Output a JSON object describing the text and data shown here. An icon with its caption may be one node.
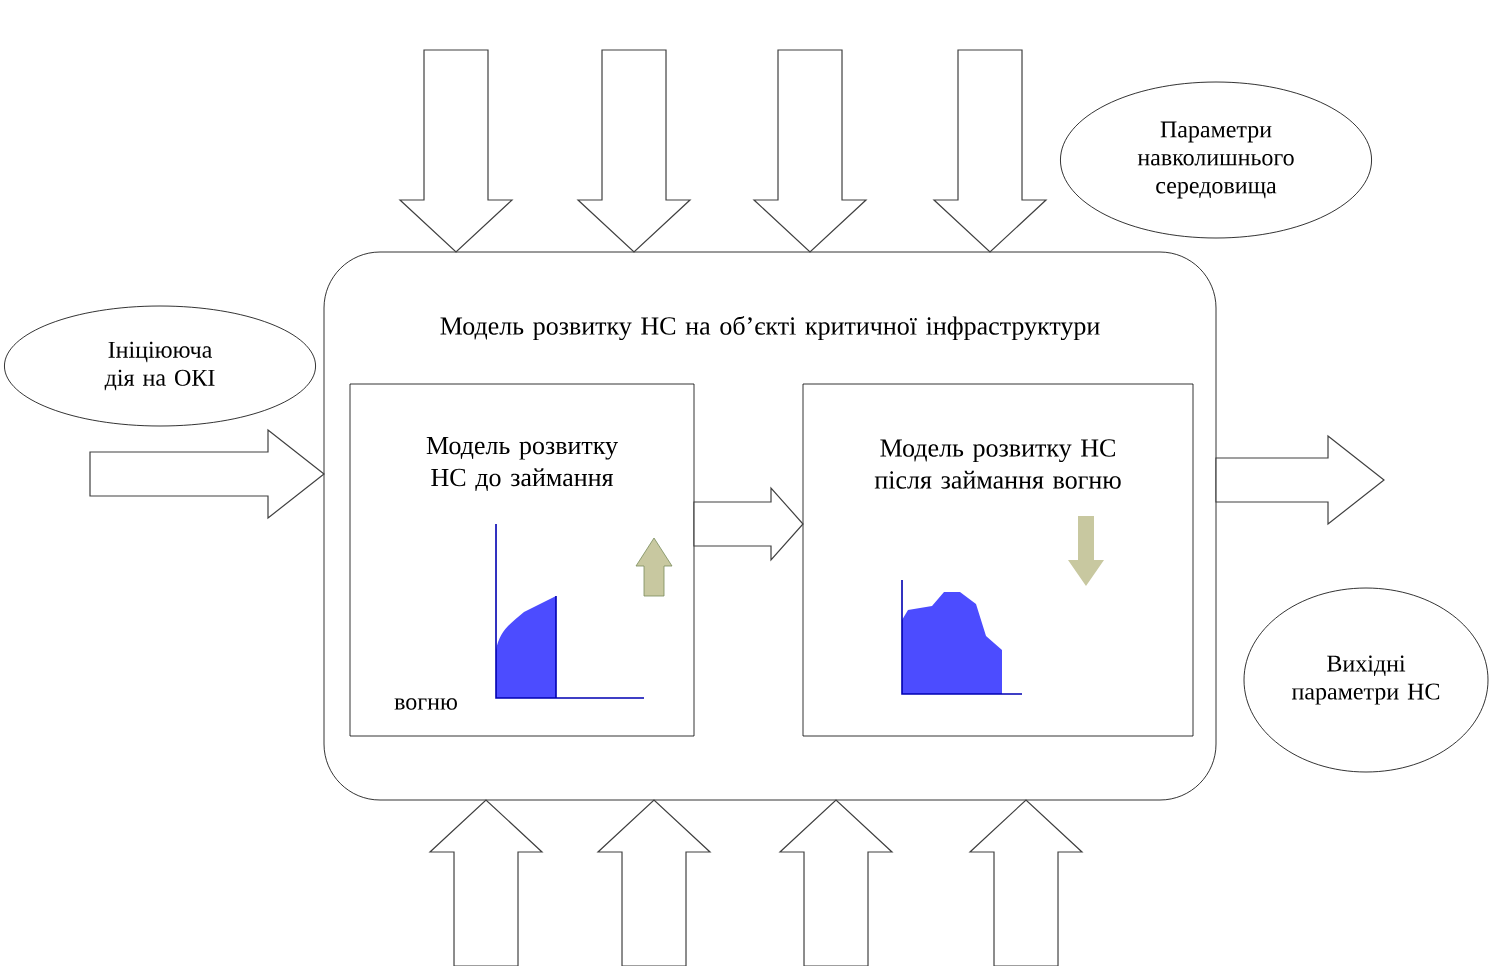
{
  "diagram": {
    "nodes": [
      {
        "text": [
          "Ініціююча дія на ОКІ"
        ]
      },
      {
        "text": [
          "Модель розвитку НС на об’єкті критичної інфраструктури"
        ]
      },
      {
        "text": [
          "Модель розвитку НС до займання",
          "вогню"
        ],
        "in": 1
      },
      {
        "text": [
          "Модель розвитку НС після займання вогню"
        ],
        "in": 1
      },
      {
        "text": [
          "Параметри навколишнього середовища"
        ]
      },
      {
        "text": [
          "Вихідні параметри НС"
        ]
      }
    ],
    "edges": [
      {
        "from": null,
        "to": 1,
        "arrow": "to"
      },
      {
        "from": null,
        "to": 1,
        "arrow": "to"
      },
      {
        "from": null,
        "to": 1,
        "arrow": "to"
      },
      {
        "from": null,
        "to": 1,
        "arrow": "to"
      },
      {
        "from": null,
        "to": 1,
        "arrow": "to"
      },
      {
        "from": null,
        "to": 1,
        "arrow": "to"
      },
      {
        "from": null,
        "to": 1,
        "arrow": "to"
      },
      {
        "from": null,
        "to": 1,
        "arrow": "to"
      },
      {
        "from": null,
        "to": 1,
        "arrow": "to"
      },
      {
        "from": 2,
        "to": 3,
        "arrow": "to"
      },
      {
        "from": 1,
        "to": null,
        "arrow": "to"
      }
    ]
  }
}
